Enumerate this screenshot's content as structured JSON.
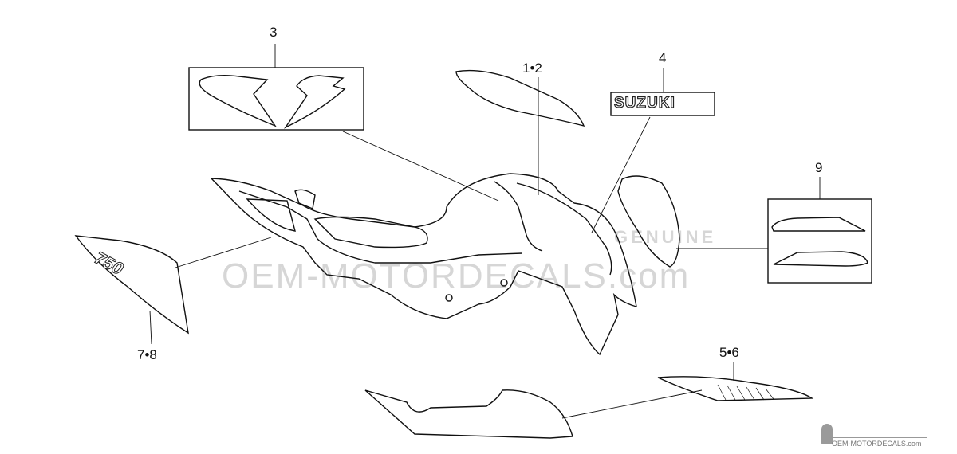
{
  "callouts": {
    "part_3": "3",
    "part_1_2": "1•2",
    "part_4": "4",
    "part_9": "9",
    "part_7_8": "7•8",
    "part_5_6": "5•6"
  },
  "decal_text": {
    "brand": "SUZUKI",
    "model": "750"
  },
  "watermark": {
    "main": "OEM-MOTORDECALS.com",
    "badge": "GENUINE",
    "footer_logo": "OEM-MOTORDECALS.com"
  },
  "colors": {
    "line": "#111111",
    "watermark": "#cfcfcf"
  }
}
